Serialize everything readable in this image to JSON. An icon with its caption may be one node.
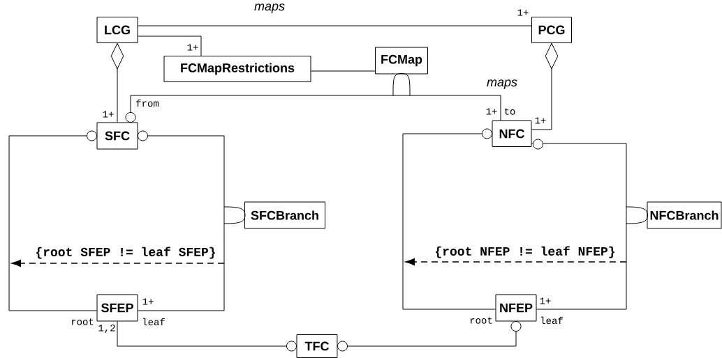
{
  "diagram": {
    "nodes": [
      {
        "text": [
          "LCG"
        ]
      },
      {
        "text": [
          "PCG"
        ]
      },
      {
        "text": [
          "FCMapRestrictions"
        ]
      },
      {
        "text": [
          "FCMap"
        ]
      },
      {
        "text": [
          "SFC"
        ]
      },
      {
        "text": [
          "NFC"
        ]
      },
      {
        "text": [
          "SFCBranch"
        ]
      },
      {
        "text": [
          "NFCBranch"
        ]
      },
      {
        "text": [
          "SFEP"
        ]
      },
      {
        "text": [
          "NFEP"
        ]
      },
      {
        "text": [
          "TFC"
        ]
      }
    ],
    "edges": [
      {
        "from": 0,
        "to": 1,
        "arrow": "none",
        "label": "maps"
      },
      {
        "from": 0,
        "to": 2,
        "arrow": "none"
      },
      {
        "from": 2,
        "to": 3,
        "arrow": "none"
      },
      {
        "from": 0,
        "to": 4,
        "arrow": "other"
      },
      {
        "from": 1,
        "to": 5,
        "arrow": "other"
      },
      {
        "from": 4,
        "to": 5,
        "arrow": "other",
        "label": "maps"
      },
      {
        "from": 3,
        "to": null,
        "arrow": "none"
      },
      {
        "from": 4,
        "to": 8,
        "arrow": "other"
      },
      {
        "from": 4,
        "to": 8,
        "arrow": "other"
      },
      {
        "from": 6,
        "to": null,
        "arrow": "none"
      },
      {
        "from": 5,
        "to": 9,
        "arrow": "other"
      },
      {
        "from": 5,
        "to": 9,
        "arrow": "other"
      },
      {
        "from": 7,
        "to": null,
        "arrow": "none"
      },
      {
        "from": 8,
        "to": 10,
        "arrow": "other"
      },
      {
        "from": 10,
        "to": 9,
        "arrow": "other"
      }
    ],
    "labels": [
      "1+",
      "1+",
      "from",
      "1+",
      "1+",
      "to",
      "1+",
      "{root SFEP != leaf SFEP}",
      "{root NFEP != leaf NFEP}",
      "1+",
      "root",
      "leaf",
      "1,2",
      "1+",
      "root",
      "leaf"
    ]
  }
}
